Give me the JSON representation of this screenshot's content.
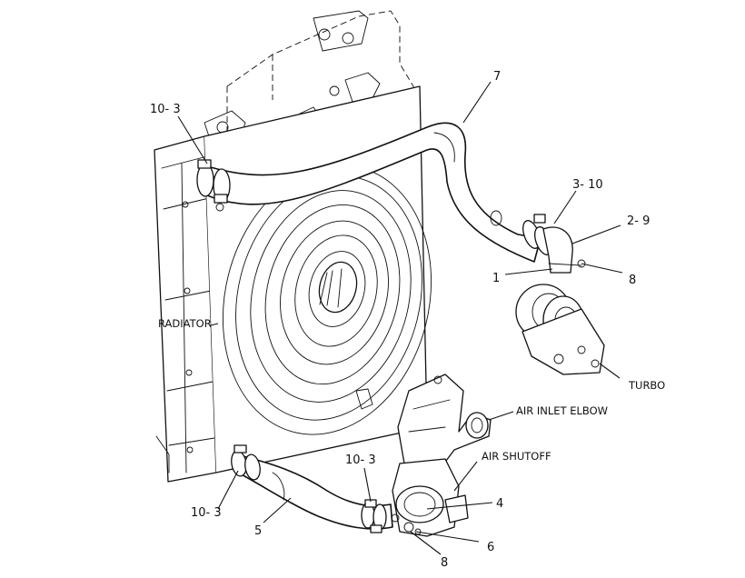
{
  "diagram": {
    "labels": {
      "clamp_top_left": "10- 3",
      "hose_upper": "7",
      "clamp_right": "3- 10",
      "elbow_code": "2- 9",
      "bolt_right": "8",
      "seal_right": "1",
      "radiator": "RADIATOR",
      "turbo": "TURBO",
      "air_inlet_elbow": "AIR INLET ELBOW",
      "air_shutoff": "AIR SHUTOFF",
      "clamp_mid": "10- 3",
      "gasket": "4",
      "clamp_bottom_left": "10- 3",
      "hose_lower": "5",
      "washer": "6",
      "bolt_bottom": "8"
    }
  }
}
